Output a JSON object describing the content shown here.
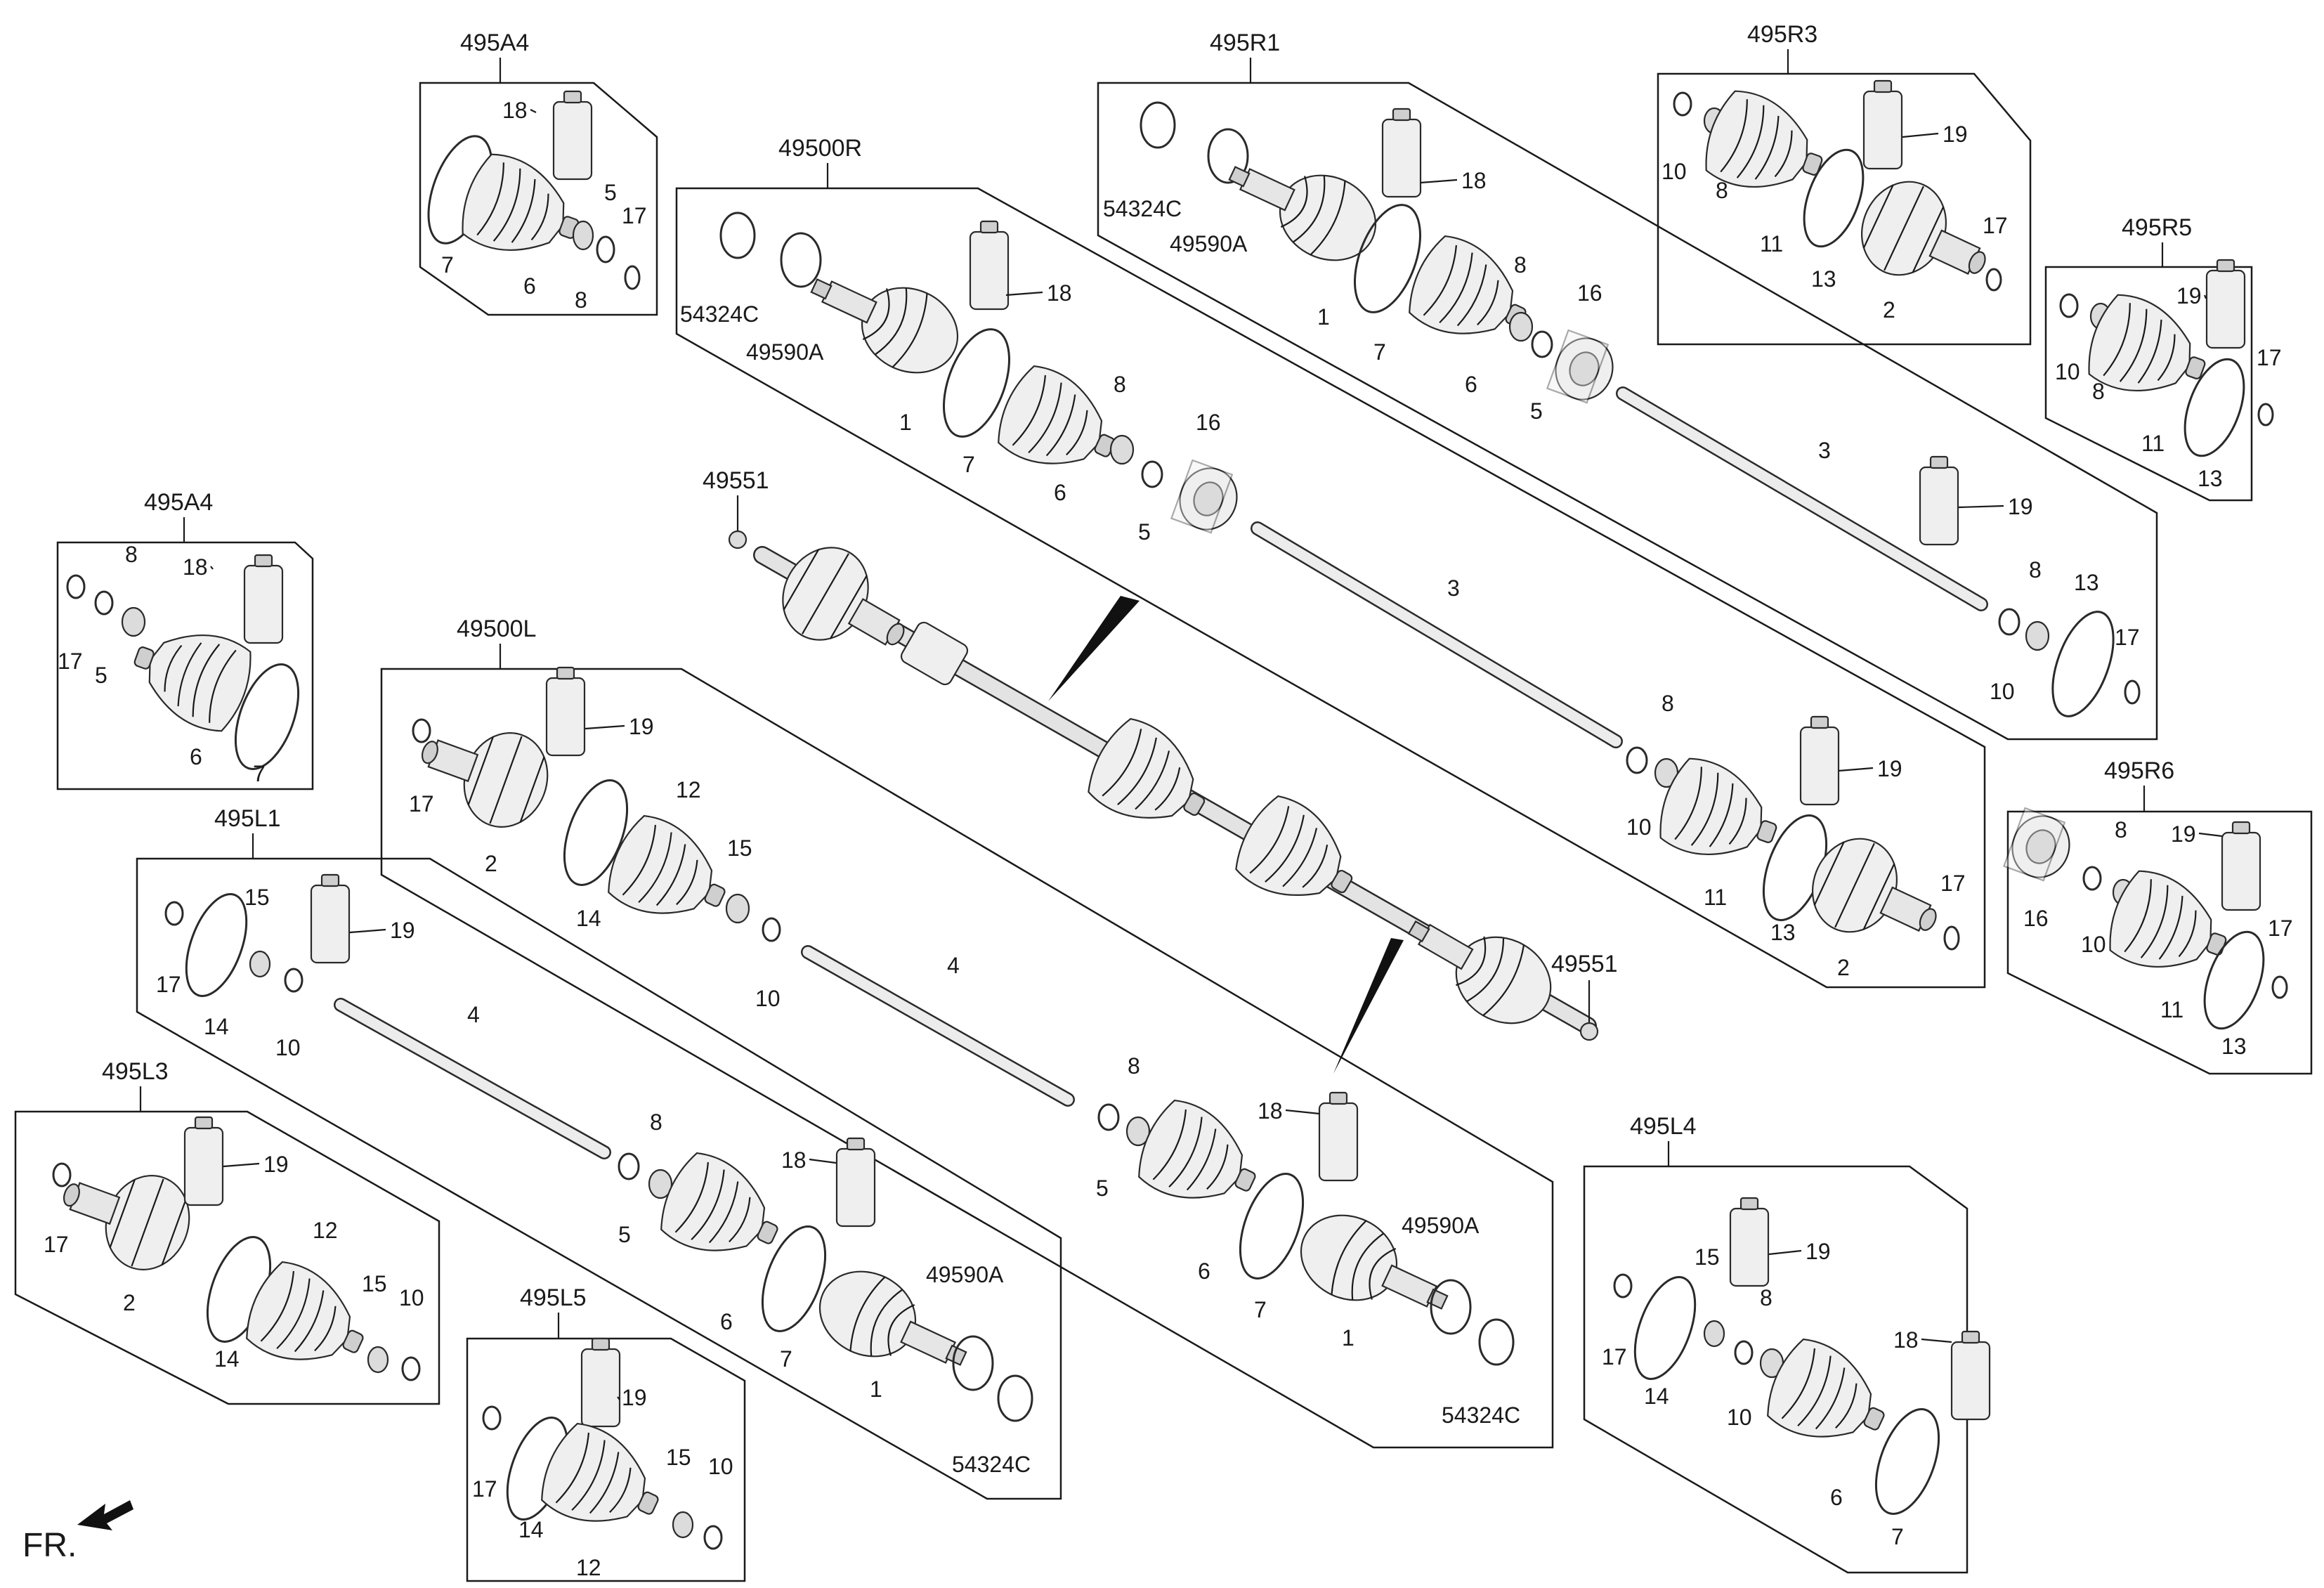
{
  "diagram": {
    "fr_label": "FR.",
    "labels": {
      "g495A4_top": "495A4",
      "g49500R": "49500R",
      "g495R1": "495R1",
      "g495R3": "495R3",
      "g495R5": "495R5",
      "g495A4_left": "495A4",
      "g49500L": "49500L",
      "g495L1": "495L1",
      "g495L3": "495L3",
      "g495L5": "495L5",
      "g495L4": "495L4",
      "g495R6": "495R6",
      "p49551_top": "49551",
      "p49551_bottom": "49551"
    },
    "callouts": [
      {
        "id": "a1",
        "text": "18"
      },
      {
        "id": "a2",
        "text": "5"
      },
      {
        "id": "a3",
        "text": "17"
      },
      {
        "id": "a4",
        "text": "7"
      },
      {
        "id": "a5",
        "text": "6"
      },
      {
        "id": "a6",
        "text": "8"
      },
      {
        "id": "b1",
        "text": "54324C"
      },
      {
        "id": "b2",
        "text": "49590A"
      },
      {
        "id": "b3",
        "text": "18"
      },
      {
        "id": "b4",
        "text": "1"
      },
      {
        "id": "b5",
        "text": "7"
      },
      {
        "id": "b6",
        "text": "6"
      },
      {
        "id": "b7",
        "text": "8"
      },
      {
        "id": "b8",
        "text": "5"
      },
      {
        "id": "b9",
        "text": "16"
      },
      {
        "id": "b10",
        "text": "3"
      },
      {
        "id": "b11",
        "text": "8"
      },
      {
        "id": "b12",
        "text": "10"
      },
      {
        "id": "b13",
        "text": "19"
      },
      {
        "id": "b14",
        "text": "11"
      },
      {
        "id": "b15",
        "text": "13"
      },
      {
        "id": "b16",
        "text": "2"
      },
      {
        "id": "b17",
        "text": "17"
      },
      {
        "id": "c1",
        "text": "54324C"
      },
      {
        "id": "c2",
        "text": "49590A"
      },
      {
        "id": "c3",
        "text": "18"
      },
      {
        "id": "c4",
        "text": "1"
      },
      {
        "id": "c5",
        "text": "7"
      },
      {
        "id": "c6",
        "text": "8"
      },
      {
        "id": "c7",
        "text": "6"
      },
      {
        "id": "c8",
        "text": "5"
      },
      {
        "id": "c9",
        "text": "16"
      },
      {
        "id": "c10",
        "text": "3"
      },
      {
        "id": "c11",
        "text": "19"
      },
      {
        "id": "c12",
        "text": "8"
      },
      {
        "id": "c13",
        "text": "13"
      },
      {
        "id": "c14",
        "text": "17"
      },
      {
        "id": "c15",
        "text": "10"
      },
      {
        "id": "d1",
        "text": "10"
      },
      {
        "id": "d2",
        "text": "8"
      },
      {
        "id": "d3",
        "text": "11"
      },
      {
        "id": "d4",
        "text": "19"
      },
      {
        "id": "d5",
        "text": "13"
      },
      {
        "id": "d6",
        "text": "2"
      },
      {
        "id": "d7",
        "text": "17"
      },
      {
        "id": "e1",
        "text": "19"
      },
      {
        "id": "e2",
        "text": "10"
      },
      {
        "id": "e3",
        "text": "8"
      },
      {
        "id": "e4",
        "text": "11"
      },
      {
        "id": "e5",
        "text": "17"
      },
      {
        "id": "e6",
        "text": "13"
      },
      {
        "id": "f1",
        "text": "8"
      },
      {
        "id": "f2",
        "text": "18"
      },
      {
        "id": "f3",
        "text": "17"
      },
      {
        "id": "f4",
        "text": "5"
      },
      {
        "id": "f5",
        "text": "6"
      },
      {
        "id": "f6",
        "text": "7"
      },
      {
        "id": "g1",
        "text": "19"
      },
      {
        "id": "g2",
        "text": "17"
      },
      {
        "id": "g3",
        "text": "2"
      },
      {
        "id": "g4",
        "text": "14"
      },
      {
        "id": "g5",
        "text": "12"
      },
      {
        "id": "g6",
        "text": "15"
      },
      {
        "id": "g7",
        "text": "10"
      },
      {
        "id": "g8",
        "text": "4"
      },
      {
        "id": "g9",
        "text": "8"
      },
      {
        "id": "g10",
        "text": "5"
      },
      {
        "id": "g11",
        "text": "18"
      },
      {
        "id": "g12",
        "text": "6"
      },
      {
        "id": "g13",
        "text": "7"
      },
      {
        "id": "g14",
        "text": "1"
      },
      {
        "id": "g15",
        "text": "49590A"
      },
      {
        "id": "g16",
        "text": "54324C"
      },
      {
        "id": "h1",
        "text": "15"
      },
      {
        "id": "h2",
        "text": "19"
      },
      {
        "id": "h3",
        "text": "17"
      },
      {
        "id": "h4",
        "text": "14"
      },
      {
        "id": "h5",
        "text": "10"
      },
      {
        "id": "h6",
        "text": "4"
      },
      {
        "id": "h7",
        "text": "8"
      },
      {
        "id": "h8",
        "text": "5"
      },
      {
        "id": "h9",
        "text": "18"
      },
      {
        "id": "h10",
        "text": "6"
      },
      {
        "id": "h11",
        "text": "7"
      },
      {
        "id": "h12",
        "text": "49590A"
      },
      {
        "id": "h13",
        "text": "1"
      },
      {
        "id": "h14",
        "text": "54324C"
      },
      {
        "id": "i1",
        "text": "19"
      },
      {
        "id": "i2",
        "text": "17"
      },
      {
        "id": "i3",
        "text": "2"
      },
      {
        "id": "i4",
        "text": "12"
      },
      {
        "id": "i5",
        "text": "15"
      },
      {
        "id": "i6",
        "text": "10"
      },
      {
        "id": "i7",
        "text": "14"
      },
      {
        "id": "j1",
        "text": "19"
      },
      {
        "id": "j2",
        "text": "17"
      },
      {
        "id": "j3",
        "text": "14"
      },
      {
        "id": "j4",
        "text": "15"
      },
      {
        "id": "j5",
        "text": "10"
      },
      {
        "id": "j6",
        "text": "12"
      },
      {
        "id": "k1",
        "text": "19"
      },
      {
        "id": "k2",
        "text": "15"
      },
      {
        "id": "k3",
        "text": "8"
      },
      {
        "id": "k4",
        "text": "17"
      },
      {
        "id": "k5",
        "text": "14"
      },
      {
        "id": "k6",
        "text": "10"
      },
      {
        "id": "k7",
        "text": "18"
      },
      {
        "id": "k8",
        "text": "6"
      },
      {
        "id": "k9",
        "text": "7"
      },
      {
        "id": "l1",
        "text": "19"
      },
      {
        "id": "l2",
        "text": "8"
      },
      {
        "id": "l3",
        "text": "16"
      },
      {
        "id": "l4",
        "text": "10"
      },
      {
        "id": "l5",
        "text": "17"
      },
      {
        "id": "l6",
        "text": "11"
      },
      {
        "id": "l7",
        "text": "13"
      }
    ]
  }
}
